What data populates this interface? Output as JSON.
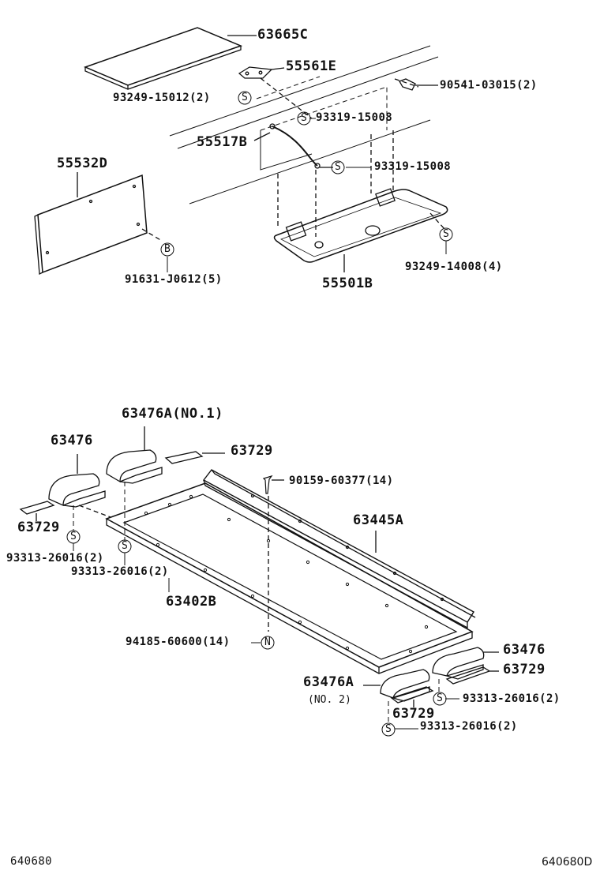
{
  "figure_codes": {
    "left": "640680",
    "right": "640680D"
  },
  "symbols": {
    "s": "S",
    "b": "B",
    "n": "N"
  },
  "upper_assembly": {
    "p63665C": "63665C",
    "p55561E": "55561E",
    "p93249_15012": "93249-15012(2)",
    "p90541_03015": "90541-03015(2)",
    "p93319_15008_a": "93319-15008",
    "p55517B": "55517B",
    "p93319_15008_b": "93319-15008",
    "p55532D": "55532D",
    "p93249_14008": "93249-14008(4)",
    "p91631_J0612": "91631-J0612(5)",
    "p55501B": "55501B"
  },
  "lower_assembly": {
    "p63476A_no1": "63476A(NO.1)",
    "p63476_left": "63476",
    "p63729_top": "63729",
    "p90159_60377": "90159-60377(14)",
    "p63729_left": "63729",
    "p63445A": "63445A",
    "p93313_26016_a": "93313-26016(2)",
    "p93313_26016_b": "93313-26016(2)",
    "p63402B": "63402B",
    "p94185_60600": "94185-60600(14)",
    "p63476_right": "63476",
    "p63729_right": "63729",
    "p63476A": "63476A",
    "p63476A_note": "(NO. 2)",
    "p93313_26016_c": "93313-26016(2)",
    "p63729_bottom": "63729",
    "p93313_26016_d": "93313-26016(2)"
  }
}
